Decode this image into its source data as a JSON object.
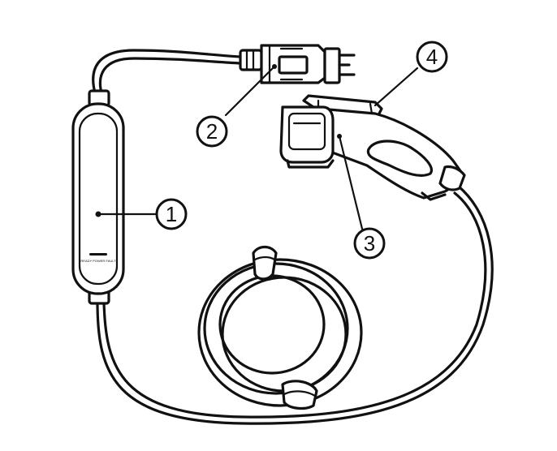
{
  "callouts": [
    {
      "number": "1"
    },
    {
      "number": "2"
    },
    {
      "number": "3"
    },
    {
      "number": "4"
    }
  ],
  "control_box": {
    "indicator_text": "READY  POWER  FAULT"
  },
  "colors": {
    "line": "#111111",
    "background": "#ffffff"
  }
}
